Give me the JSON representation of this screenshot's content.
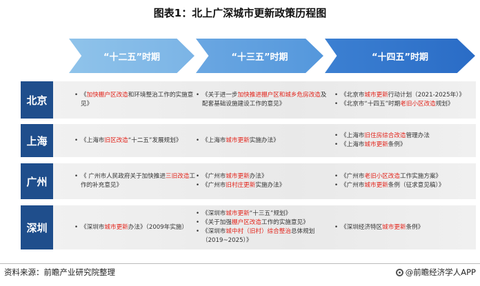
{
  "title": "图表1：北上广深城市更新政策历程图",
  "phases": [
    "“十二五”时期",
    "“十三五”时期",
    "“十四五”时期"
  ],
  "rows": [
    {
      "city": "北京",
      "cols": [
        [
          [
            "《",
            {
              "r": "加快棚户区改造"
            },
            "和环境整治工作的实施意见》"
          ]
        ],
        [
          [
            "《关于进一步",
            {
              "r": "加快推进棚户区和城乡危房改造"
            },
            "及配套基础设施建设工作的意见》"
          ]
        ],
        [
          [
            "《北京市",
            {
              "r": "城市更新"
            },
            "行动计划（2021-2025年）》"
          ],
          [
            "《北京市“十四五”时期",
            {
              "r": "老旧小区改造"
            },
            "规划》"
          ]
        ]
      ]
    },
    {
      "city": "上海",
      "cols": [
        [
          [
            "《上海市",
            {
              "r": "旧区改造"
            },
            "“十二五”发展规划》"
          ]
        ],
        [
          [
            "《上海市",
            {
              "r": "城市更新"
            },
            "实施办法》"
          ]
        ],
        [
          [
            "《上海市",
            {
              "r": "旧住房综合改造"
            },
            "管理办法"
          ],
          [
            "《上海市",
            {
              "r": "城市更新"
            },
            "条例》"
          ]
        ]
      ]
    },
    {
      "city": "广州",
      "cols": [
        [
          [
            "《 广州市人民政府关于加快推进",
            {
              "r": "三旧改造"
            },
            "工作的补充意见》"
          ]
        ],
        [
          [
            "《广州市",
            {
              "r": "城市更新"
            },
            "办法》"
          ],
          [
            "《广州市",
            {
              "r": "旧村庄更新"
            },
            "实施办法》"
          ]
        ],
        [
          [
            "《广州市",
            {
              "r": "老旧小区改造"
            },
            "工作实施方案》"
          ],
          [
            "《广州市",
            {
              "r": "城市更新"
            },
            "条例（征求意见稿）》"
          ]
        ]
      ]
    },
    {
      "city": "深圳",
      "cols": [
        [
          [
            "《深圳市",
            {
              "r": "城市更新"
            },
            "办法》（2009年实施）"
          ]
        ],
        [
          [
            "《深圳市",
            {
              "r": "城市更新"
            },
            "“十三五”规划》"
          ],
          [
            "《关于加强",
            {
              "r": "棚户区改造"
            },
            "工作的实施意见》"
          ],
          [
            "《深圳市",
            {
              "r": "城中村（旧村）综合整治"
            },
            "总体规划（2019~2025）》"
          ]
        ],
        [
          [
            "《深圳经济特区",
            {
              "r": "城市更新"
            },
            "条例》"
          ]
        ]
      ]
    }
  ],
  "source": "资料来源：前瞻产业研究院整理",
  "brand": "@前瞻经济学人APP",
  "colors": {
    "accent_red": "#e2231a",
    "city_blue": "#1f4e8c"
  }
}
